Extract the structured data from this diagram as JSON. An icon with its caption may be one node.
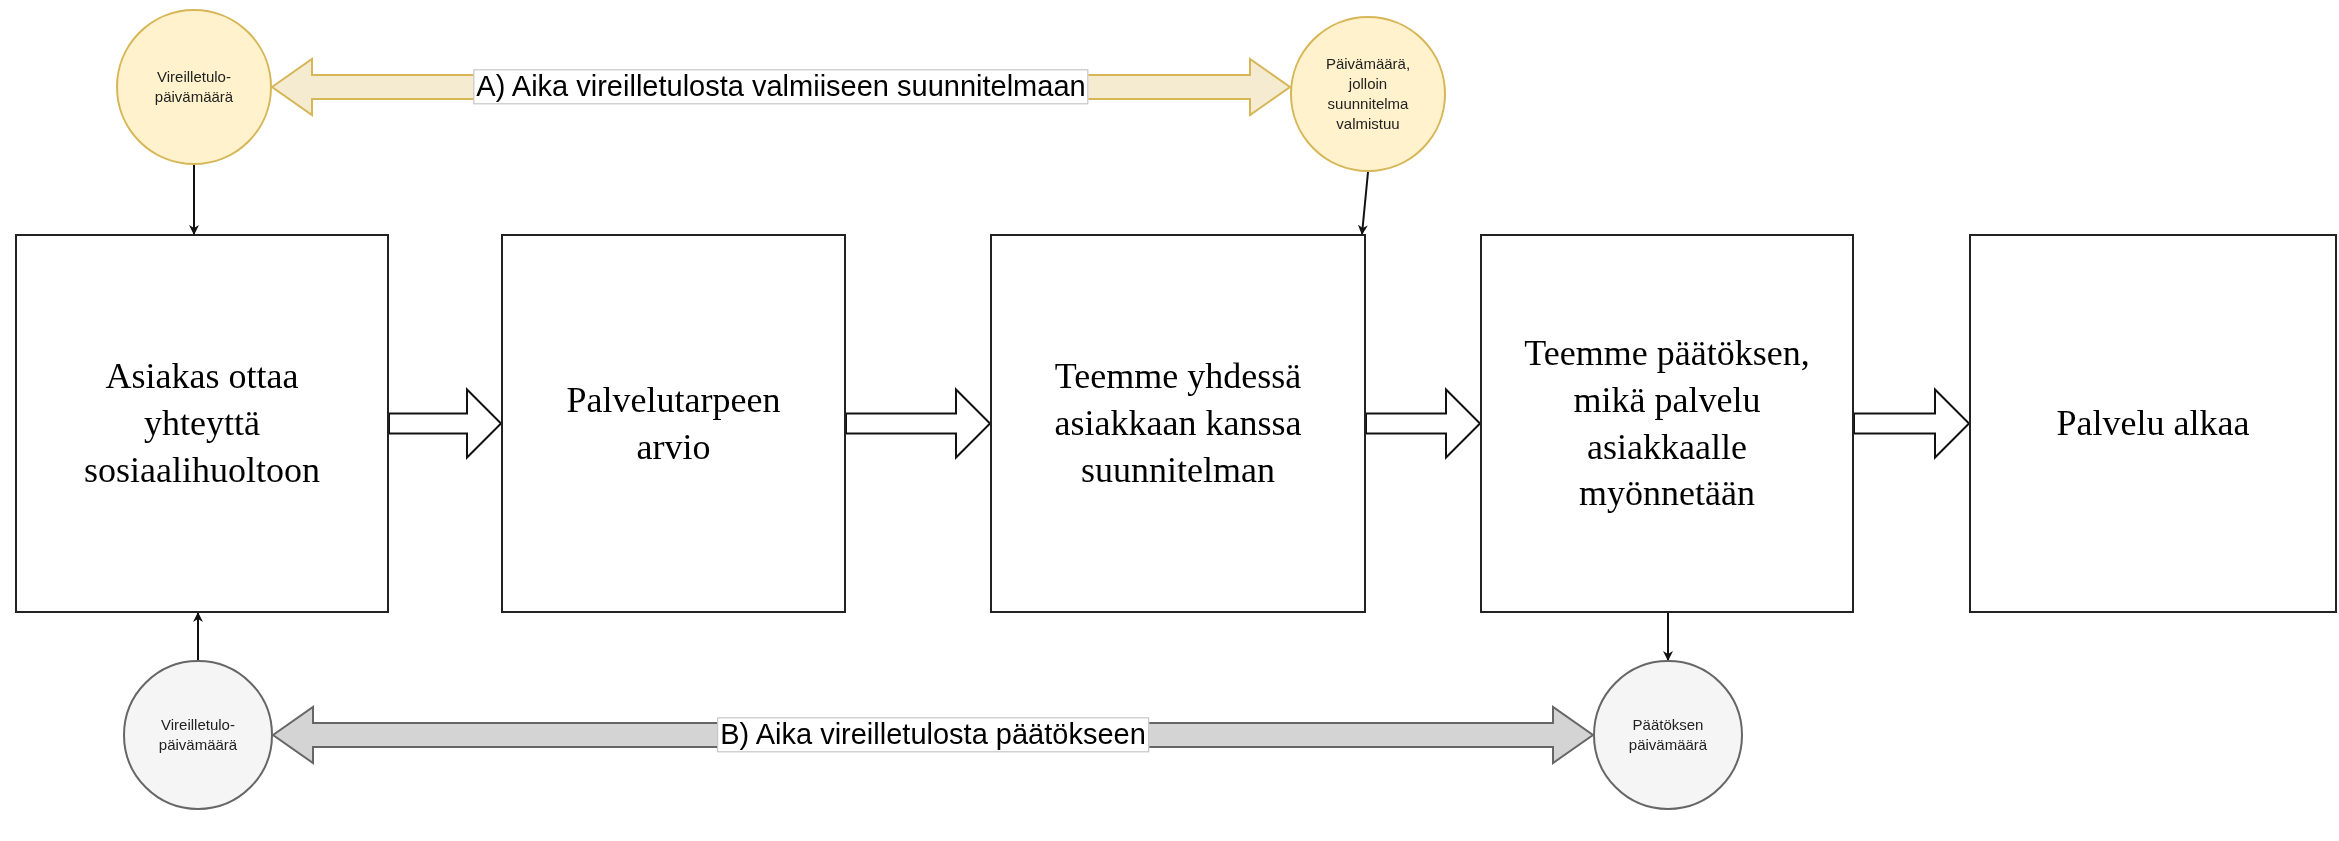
{
  "diagram": {
    "nodes": [
      {
        "text": [
          "Vireilletulo- päivämäärä"
        ]
      },
      {
        "text": [
          "Päivämäärä, jolloin suunnitelma valmistuu"
        ]
      },
      {
        "text": [
          "Asiakas ottaa yhteyttä sosiaalihuoltoon"
        ]
      },
      {
        "text": [
          "Palvelutarpeen arvio"
        ]
      },
      {
        "text": [
          "Teemme yhdessä asiakkaan kanssa suunnitelman"
        ]
      },
      {
        "text": [
          "Teemme päätöksen, mikä palvelu asiakkaalle myönnetään"
        ]
      },
      {
        "text": [
          "Palvelu alkaa"
        ]
      },
      {
        "text": [
          "Vireilletulo- päivämäärä"
        ]
      },
      {
        "text": [
          "Päätöksen päivämäärä"
        ]
      }
    ],
    "edges": [
      {
        "from": 0,
        "to": 1,
        "arrow": "both",
        "label": "A) Aika vireilletulosta valmiiseen suunnitelmaan",
        "style": "thick",
        "color": "#d6b656"
      },
      {
        "from": 0,
        "to": 2,
        "arrow": "to"
      },
      {
        "from": 1,
        "to": 4,
        "arrow": "to"
      },
      {
        "from": 2,
        "to": 3,
        "arrow": "to",
        "style": "thick"
      },
      {
        "from": 3,
        "to": 4,
        "arrow": "to",
        "style": "thick"
      },
      {
        "from": 4,
        "to": 5,
        "arrow": "to",
        "style": "thick"
      },
      {
        "from": 5,
        "to": 6,
        "arrow": "to",
        "style": "thick"
      },
      {
        "from": 5,
        "to": 8,
        "arrow": "to"
      },
      {
        "from": 7,
        "to": 2,
        "arrow": "to"
      },
      {
        "from": 7,
        "to": 8,
        "arrow": "both",
        "label": "B) Aika vireilletulosta päätökseen",
        "style": "thick",
        "color": "#666666"
      }
    ]
  }
}
